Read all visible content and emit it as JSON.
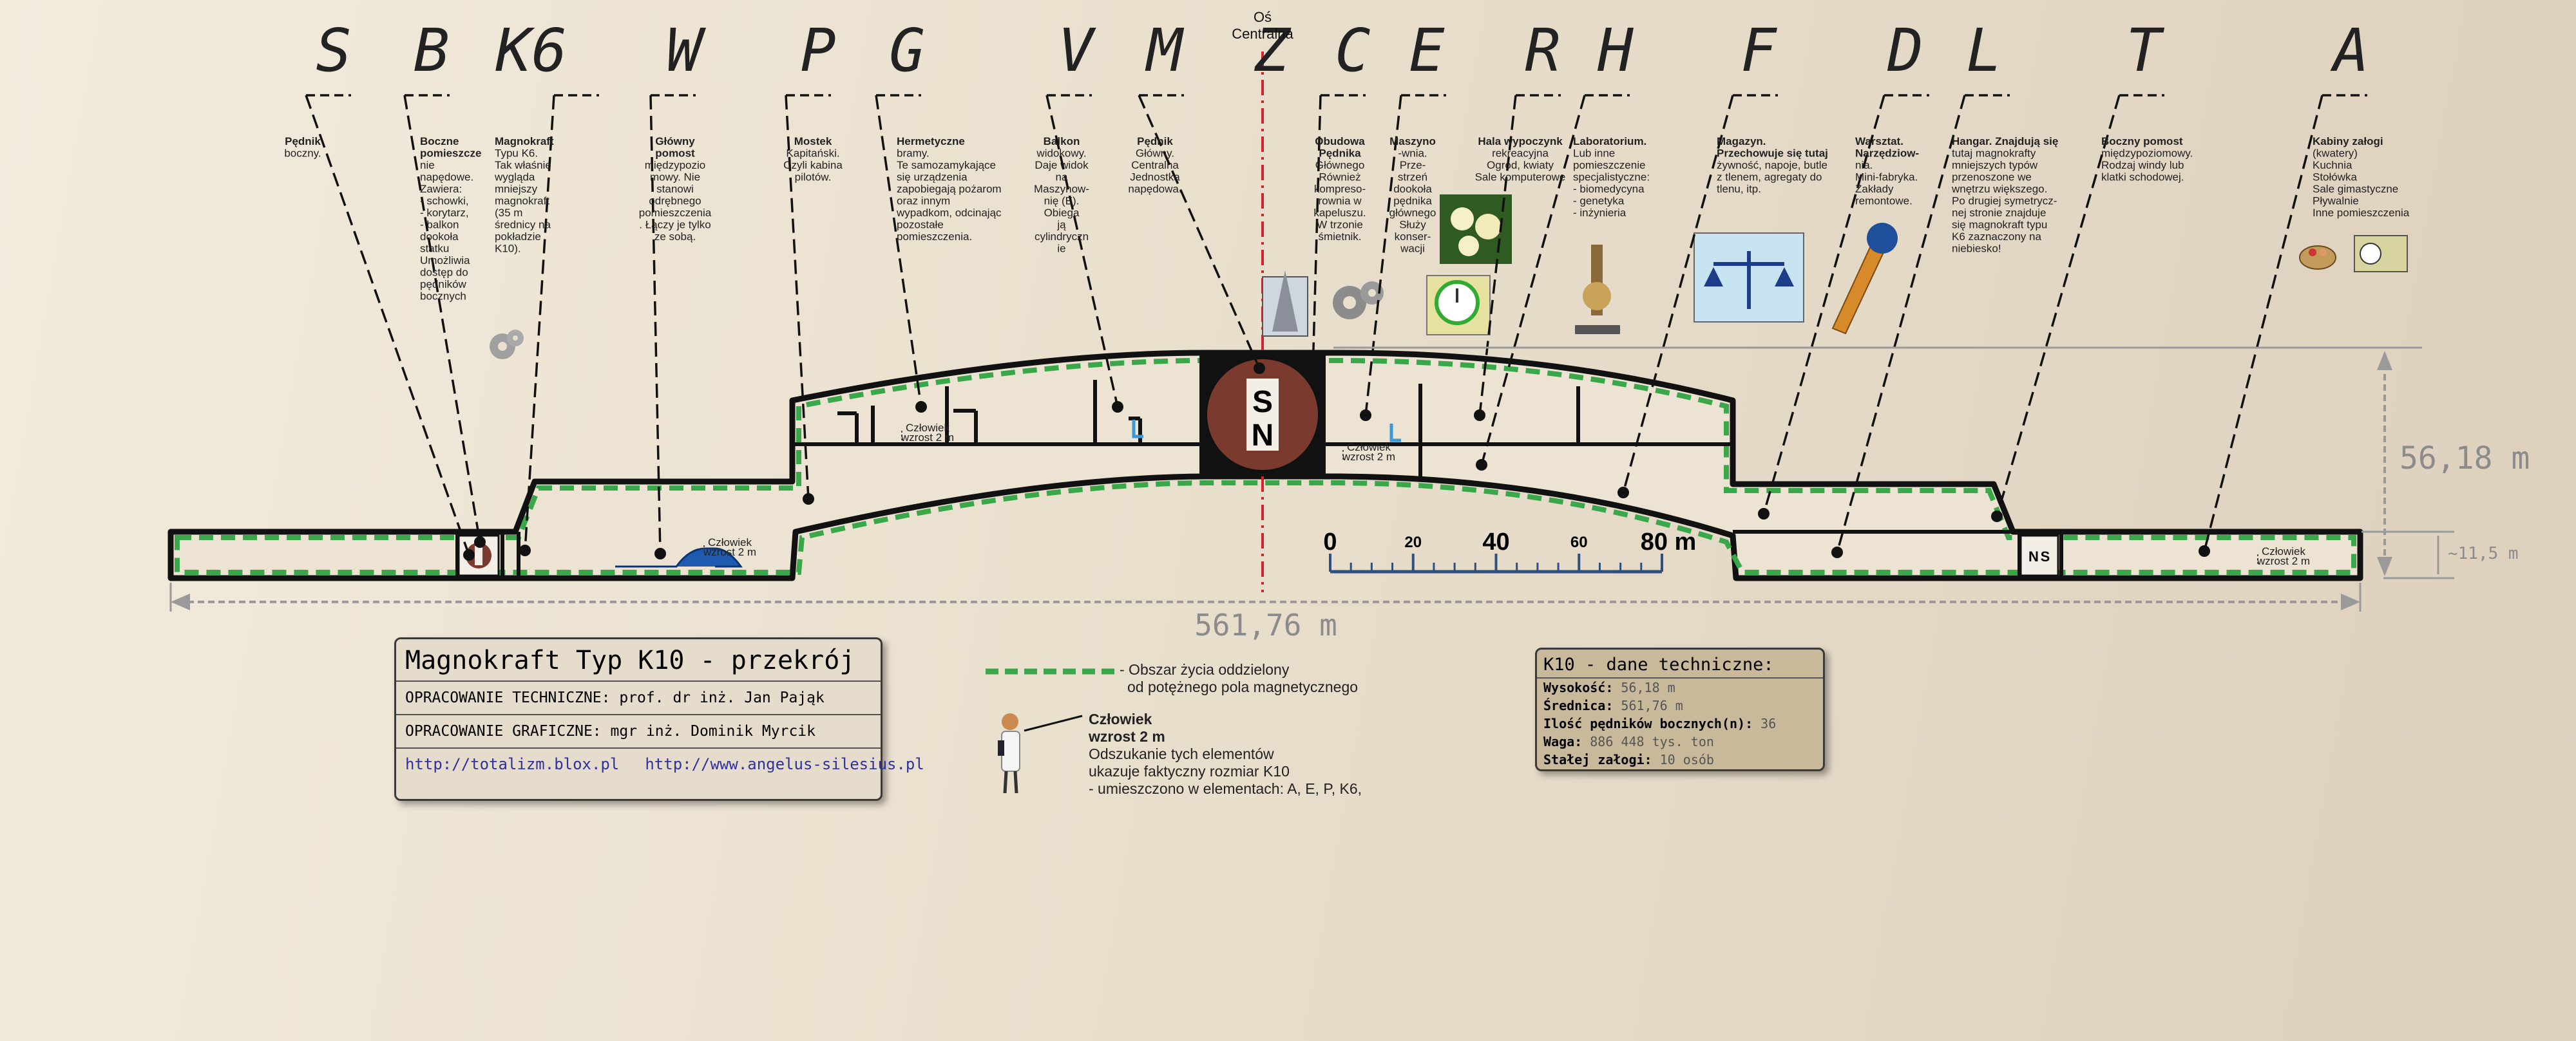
{
  "axis_label": [
    "Oś",
    "Centralna"
  ],
  "letters": [
    "S",
    "B",
    "K6",
    "W",
    "P",
    "G",
    "V",
    "M",
    "Z",
    "C",
    "E",
    "R",
    "H",
    "F",
    "D",
    "L",
    "T",
    "A"
  ],
  "notes": {
    "S": [
      "Pędnik",
      "boczny."
    ],
    "B": [
      "Boczne",
      "pomieszcze",
      "nie",
      "napędowe.",
      "Zawiera:",
      "- schowki,",
      "- korytarz,",
      "- balkon",
      "dookoła",
      "statku",
      "Umożliwia",
      "dostęp do",
      "pędników",
      "bocznych"
    ],
    "K6": [
      "Magnokraft",
      "Typu K6.",
      "Tak właśnie",
      "wygląda",
      "mniejszy",
      "magnokraft",
      "(35 m",
      "średnicy na",
      "pokładzie",
      "K10)."
    ],
    "W": [
      "Główny",
      "pomost",
      "międzypozio",
      "mowy. Nie",
      "stanowi",
      "odrębnego",
      "pomieszczenia",
      ". Łączy je tylko",
      "ze sobą."
    ],
    "P": [
      "Mostek",
      "Kapitański.",
      "Czyli kabina",
      "pilotów."
    ],
    "G": [
      "Hermetyczne",
      "bramy.",
      "Te samozamykające",
      "się urządzenia",
      "zapobiegają pożarom",
      "oraz innym",
      "wypadkom, odcinając",
      "pozostałe",
      "pomieszczenia."
    ],
    "V": [
      "Balkon",
      "widokowy.",
      "Daje widok",
      "na",
      "Maszynow-",
      "nię (E).",
      "Obiega",
      "ją",
      "cylindryczn",
      "ie"
    ],
    "M": [
      "Pędnik",
      "Główny.",
      "Centralna",
      "Jednostka",
      "napędowa."
    ],
    "C": [
      "Obudowa",
      "Pędnika",
      "Głównego",
      "Również",
      "kompreso-",
      "rownia w",
      "kapeluszu.",
      "W trzonie",
      "śmietnik."
    ],
    "E": [
      "Maszyno",
      "-wnia.",
      "Prze-",
      "strzeń",
      "dookoła",
      "pędnika",
      "głównego",
      "Służy",
      "konser-",
      "wacji"
    ],
    "R": [
      "Hala wypoczynk",
      "rekreacyjna",
      "Ogród, kwiaty",
      "Sale komputerowe"
    ],
    "H": [
      "Laboratorium.",
      "Lub inne",
      "pomieszczenie",
      "specjalistyczne:",
      "- biomedycyna",
      "- genetyka",
      "- inżynieria"
    ],
    "F": [
      "Magazyn.",
      "Przechowuje się tutaj",
      "żywność, napoje, butle",
      "z tlenem, agregaty do",
      "tlenu, itp."
    ],
    "D": [
      "Warsztat.",
      "Narzędziow-",
      "nia.",
      "Mini-fabryka.",
      "Zakłady",
      "remontowe."
    ],
    "L": [
      "Hangar. Znajdują się",
      "tutaj magnokrafty",
      "mniejszych typów",
      "przenoszone we",
      "wnętrzu większego.",
      "Po drugiej symetrycz-",
      "nej stronie znajduje",
      "się magnokraft typu",
      "K6 zaznaczony na",
      "niebiesko!"
    ],
    "T": [
      "Boczny pomost",
      "międzypoziomowy.",
      "Rodzaj windy lub",
      "klatki schodowej."
    ],
    "A": [
      "Kabiny załogi",
      "(kwatery)",
      "Kuchnia",
      "Stołówka",
      "Sale gimastyczne",
      "Pływalnie",
      "Inne pomieszczenia"
    ]
  },
  "dimensions": {
    "height": "56,18 m",
    "small_height": "~11,5 m",
    "width": "561,76 m"
  },
  "scale_bar": {
    "labels": [
      "0",
      "20",
      "40",
      "60",
      "80 m"
    ],
    "max": 80
  },
  "human_label": [
    "Człowiek",
    "wzrost 2 m"
  ],
  "magnet_labels": {
    "main": [
      "S",
      "N"
    ],
    "side": [
      "N",
      "S"
    ]
  },
  "title_box": {
    "title": "Magnokraft Typ K10 - przekrój",
    "tech_label": "OPRACOWANIE TECHNICZNE:",
    "tech_value": "prof. dr inż. Jan Pająk",
    "graph_label": "OPRACOWANIE GRAFICZNE:",
    "graph_value": "mgr inż. Dominik Myrcik",
    "link1": "http://totalizm.blox.pl",
    "link2": "http://www.angelus-silesius.pl"
  },
  "legend": {
    "line1": "- Obszar życia oddzielony",
    "line2": "od potężnego pola magnetycznego",
    "human_title": "Człowiek",
    "human_sub": "wzrost 2 m",
    "desc1": "Odszukanie tych elementów",
    "desc2": "ukazuje faktyczny rozmiar K10",
    "desc3": "- umieszczono w elementach: A, E, P, K6,"
  },
  "specs": {
    "title": "K10 - dane techniczne:",
    "rows": [
      {
        "k": "Wysokość:",
        "v": "56,18 m"
      },
      {
        "k": "Średnica:",
        "v": "561,76 m"
      },
      {
        "k": "Ilość pędników bocznych(n):",
        "v": "36"
      },
      {
        "k": "Waga:",
        "v": "886 448 tys. ton"
      },
      {
        "k": "Stałej załogi:",
        "v": "10 osób"
      }
    ]
  },
  "colors": {
    "hull": "#111111",
    "zone": "#3aa84a",
    "axis": "#d6222a",
    "magnet": "#7a3b2e",
    "dim": "#9a9a9a",
    "scale": "#2f4f7f"
  }
}
